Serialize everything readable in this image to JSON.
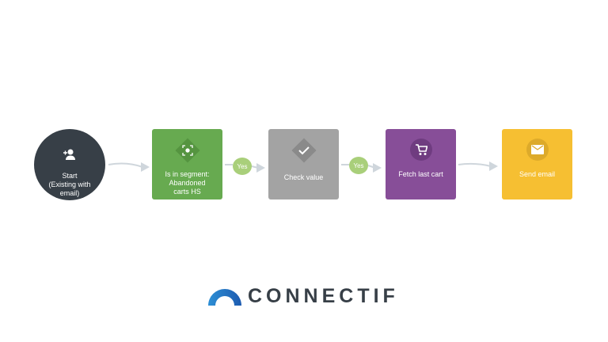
{
  "nodes": [
    {
      "label": "Start\n(Existing with email)",
      "line1": "Start",
      "line2": "(Existing with",
      "line3": "email)",
      "icon": "add-user-icon",
      "color": "#373f47"
    },
    {
      "label": "Is in segment: Abandoned carts HS",
      "line1": "Is in segment:",
      "line2": "Abandoned",
      "line3": "carts HS",
      "icon": "segment-icon",
      "color": "#67aa50"
    },
    {
      "label": "Check value",
      "icon": "check-icon",
      "color": "#a3a3a3"
    },
    {
      "label": "Fetch last cart",
      "icon": "cart-icon",
      "color": "#874e98"
    },
    {
      "label": "Send email",
      "icon": "envelope-icon",
      "color": "#f6bf32"
    }
  ],
  "connectors": [
    {
      "label": "Yes"
    },
    {
      "label": "Yes"
    }
  ],
  "logo": {
    "text": "CONNECTIF"
  }
}
